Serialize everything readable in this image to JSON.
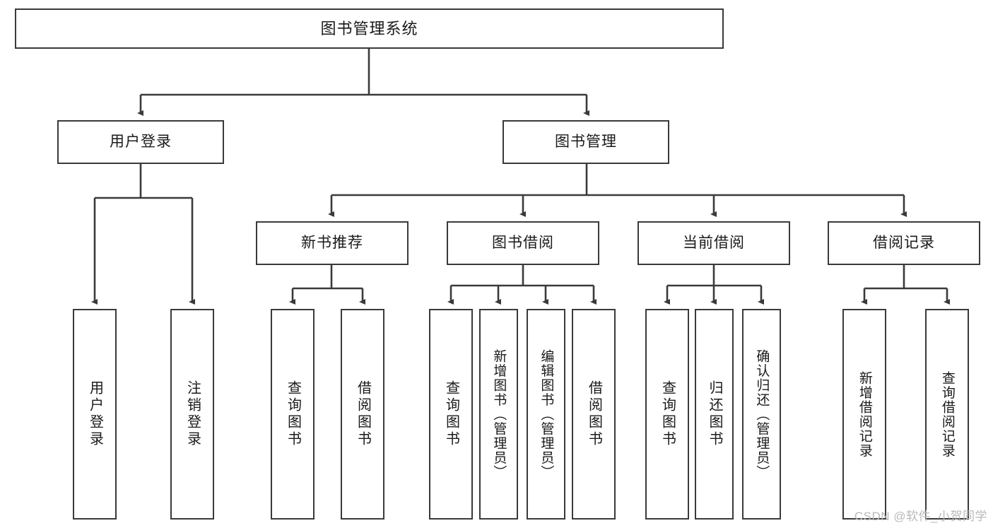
{
  "diagram": {
    "title": "图书管理系统",
    "type": "tree",
    "watermark": "CSDN @软件_小贺同学",
    "colors": {
      "stroke": "#3a3a3a",
      "fill": "#ffffff",
      "text": "#1a1a1a",
      "watermark": "#b9b9b9"
    },
    "nodes": {
      "root": {
        "label": "图书管理系统"
      },
      "level2": [
        {
          "label": "用户登录"
        },
        {
          "label": "图书管理"
        }
      ],
      "level3": [
        {
          "label": "新书推荐"
        },
        {
          "label": "图书借阅"
        },
        {
          "label": "当前借阅"
        },
        {
          "label": "借阅记录"
        }
      ],
      "leaves": {
        "user_login": [
          {
            "label": "用户登录"
          },
          {
            "label": "注销登录"
          }
        ],
        "new_book": [
          {
            "label": "查询图书"
          },
          {
            "label": "借阅图书"
          }
        ],
        "borrow": [
          {
            "label": "查询图书"
          },
          {
            "label": "新增图书（管理员）"
          },
          {
            "label": "编辑图书（管理员）"
          },
          {
            "label": "借阅图书"
          }
        ],
        "current": [
          {
            "label": "查询图书"
          },
          {
            "label": "归还图书"
          },
          {
            "label": "确认归还（管理员）"
          }
        ],
        "records": [
          {
            "label": "新增借阅记录"
          },
          {
            "label": "查询借阅记录"
          }
        ]
      }
    }
  }
}
